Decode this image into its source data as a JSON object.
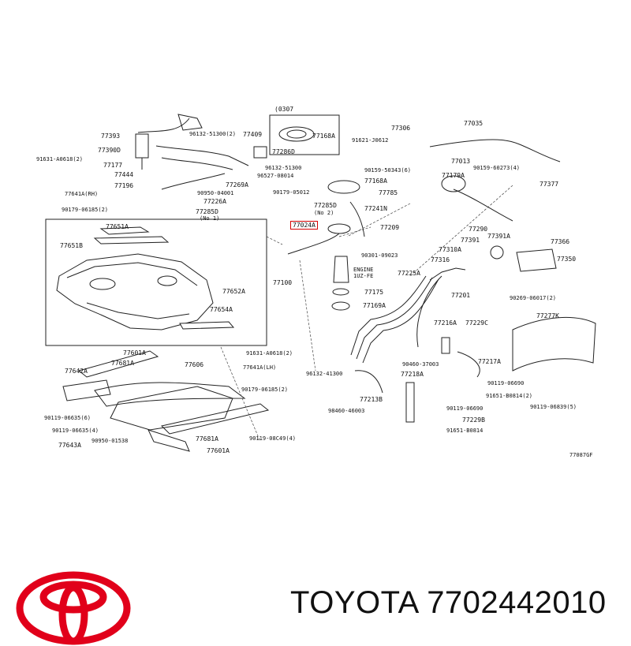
{
  "diagram": {
    "frame_label": "(0307",
    "drawing_code": "77087GF",
    "highlighted_part": "77024A",
    "labels": [
      {
        "id": "77393",
        "text": "77393"
      },
      {
        "id": "77390D",
        "text": "77390D"
      },
      {
        "id": "77177",
        "text": "77177"
      },
      {
        "id": "77444",
        "text": "77444"
      },
      {
        "id": "77196",
        "text": "77196"
      },
      {
        "id": "91631-a0618",
        "text": "91631-A0618(2)"
      },
      {
        "id": "77641a-rh",
        "text": "77641A(RH)"
      },
      {
        "id": "90179-06185",
        "text": "90179-06185(2)"
      },
      {
        "id": "96132-51300",
        "text": "96132-51300(2)"
      },
      {
        "id": "77409",
        "text": "77409"
      },
      {
        "id": "77286d",
        "text": "77286D"
      },
      {
        "id": "96132-51300b",
        "text": "96132-51300"
      },
      {
        "id": "96527-08014",
        "text": "96527-08014"
      },
      {
        "id": "77269a",
        "text": "77269A"
      },
      {
        "id": "90950-04001",
        "text": "90950-04001"
      },
      {
        "id": "77226a",
        "text": "77226A"
      },
      {
        "id": "77285d-left",
        "text": "77285D"
      },
      {
        "id": "no1",
        "text": "(No 1)"
      },
      {
        "id": "90179-05012",
        "text": "90179-05012"
      },
      {
        "id": "77285d",
        "text": "77285D"
      },
      {
        "id": "no2",
        "text": "(No 2)"
      },
      {
        "id": "77168a-top",
        "text": "77168A"
      },
      {
        "id": "77306",
        "text": "77306"
      },
      {
        "id": "91621-j0612",
        "text": "91621-J0612"
      },
      {
        "id": "90159-50343",
        "text": "90159-50343(6)"
      },
      {
        "id": "77168a",
        "text": "77168A"
      },
      {
        "id": "77785",
        "text": "77785"
      },
      {
        "id": "77241n",
        "text": "77241N"
      },
      {
        "id": "77024a",
        "text": "77024A"
      },
      {
        "id": "77209",
        "text": "77209"
      },
      {
        "id": "77035",
        "text": "77035"
      },
      {
        "id": "77013",
        "text": "77013"
      },
      {
        "id": "77179a",
        "text": "77179A"
      },
      {
        "id": "90159-60273",
        "text": "90159-60273(4)"
      },
      {
        "id": "77377",
        "text": "77377"
      },
      {
        "id": "77651a",
        "text": "77651A"
      },
      {
        "id": "77651b",
        "text": "77651B"
      },
      {
        "id": "77100",
        "text": "77100"
      },
      {
        "id": "77652a",
        "text": "77652A"
      },
      {
        "id": "77654a",
        "text": "77654A"
      },
      {
        "id": "90301-09023",
        "text": "90301-09023"
      },
      {
        "id": "nc-note-1",
        "text": "ENGINE"
      },
      {
        "id": "nc-note-2",
        "text": "1UZ-FE"
      },
      {
        "id": "77175",
        "text": "77175"
      },
      {
        "id": "77169a",
        "text": "77169A"
      },
      {
        "id": "77225a",
        "text": "77225A"
      },
      {
        "id": "77290",
        "text": "77290"
      },
      {
        "id": "77391",
        "text": "77391"
      },
      {
        "id": "77391a",
        "text": "77391A"
      },
      {
        "id": "77366",
        "text": "77366"
      },
      {
        "id": "77310a",
        "text": "77310A"
      },
      {
        "id": "77316",
        "text": "77316"
      },
      {
        "id": "77350",
        "text": "77350"
      },
      {
        "id": "90269-06017",
        "text": "90269-06017(2)"
      },
      {
        "id": "77201",
        "text": "77201"
      },
      {
        "id": "77277k",
        "text": "77277K"
      },
      {
        "id": "77216a",
        "text": "77216A"
      },
      {
        "id": "77229c",
        "text": "77229C"
      },
      {
        "id": "77601a-top",
        "text": "77601A"
      },
      {
        "id": "77681a-top",
        "text": "77681A"
      },
      {
        "id": "77642a",
        "text": "77642A"
      },
      {
        "id": "77606",
        "text": "77606"
      },
      {
        "id": "91631-a0618b",
        "text": "91631-A0618(2)"
      },
      {
        "id": "77641a-lh",
        "text": "77641A(LH)"
      },
      {
        "id": "90179-06185b",
        "text": "90179-06185(2)"
      },
      {
        "id": "96132-41300",
        "text": "96132-41300"
      },
      {
        "id": "90460-37003",
        "text": "90460-37003"
      },
      {
        "id": "77217a",
        "text": "77217A"
      },
      {
        "id": "90119-06690",
        "text": "90119-06690"
      },
      {
        "id": "91651-b0814-2",
        "text": "91651-B0814(2)"
      },
      {
        "id": "90119-06839",
        "text": "90119-06839(5)"
      },
      {
        "id": "77218a",
        "text": "77218A"
      },
      {
        "id": "77213b",
        "text": "77213B"
      },
      {
        "id": "98460-46003",
        "text": "98460-46003"
      },
      {
        "id": "90119-06690b",
        "text": "90119-06690"
      },
      {
        "id": "77229b",
        "text": "77229B"
      },
      {
        "id": "91651-b0814",
        "text": "91651-B0814"
      },
      {
        "id": "90119-06635-6",
        "text": "90119-06635(6)"
      },
      {
        "id": "90119-06635-4",
        "text": "90119-06635(4)"
      },
      {
        "id": "90950-01538",
        "text": "90950-01538"
      },
      {
        "id": "77643a",
        "text": "77643A"
      },
      {
        "id": "77681a",
        "text": "77681A"
      },
      {
        "id": "77601a",
        "text": "77601A"
      },
      {
        "id": "90119-08c49",
        "text": "90119-08C49(4)"
      }
    ]
  },
  "footer": {
    "brand_name": "TOYOTA",
    "part_number": "7702442010",
    "logo_icon": "toyota-logo-icon",
    "logo_color": "#e1001a",
    "highlight_color": "#d40000"
  }
}
